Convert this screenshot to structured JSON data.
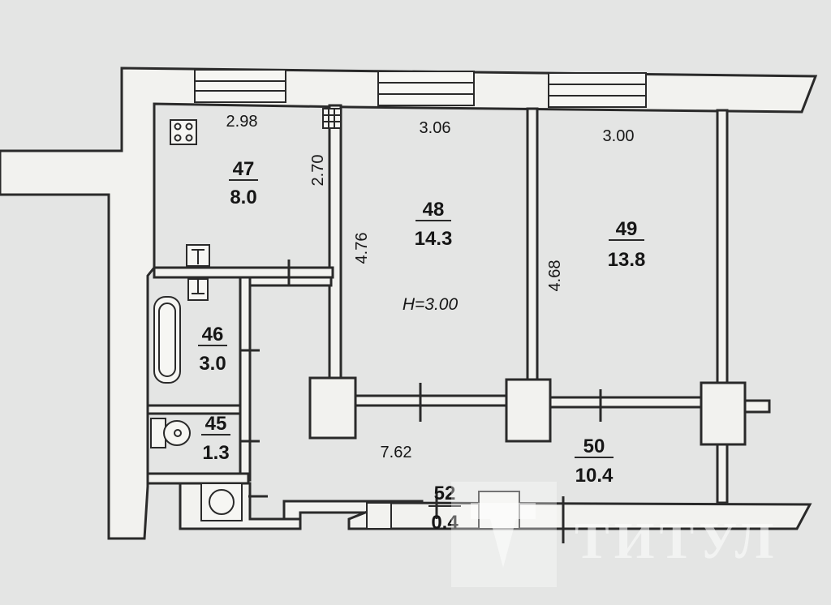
{
  "rooms": [
    {
      "id": "47",
      "area": "8.0"
    },
    {
      "id": "48",
      "area": "14.3"
    },
    {
      "id": "49",
      "area": "13.8"
    },
    {
      "id": "46",
      "area": "3.0"
    },
    {
      "id": "45",
      "area": "1.3"
    },
    {
      "id": "50",
      "area": "10.4"
    },
    {
      "id": "52",
      "area": "0.4"
    }
  ],
  "dimensions": {
    "kitchen_width": "2.98",
    "kitchen_depth": "2.70",
    "room48_width": "3.06",
    "room48_depth": "4.76",
    "room49_width": "3.00",
    "room49_depth": "4.68",
    "corridor_length": "7.62"
  },
  "ceiling_height": "H=3.00",
  "watermark": "ТИТУЛ"
}
